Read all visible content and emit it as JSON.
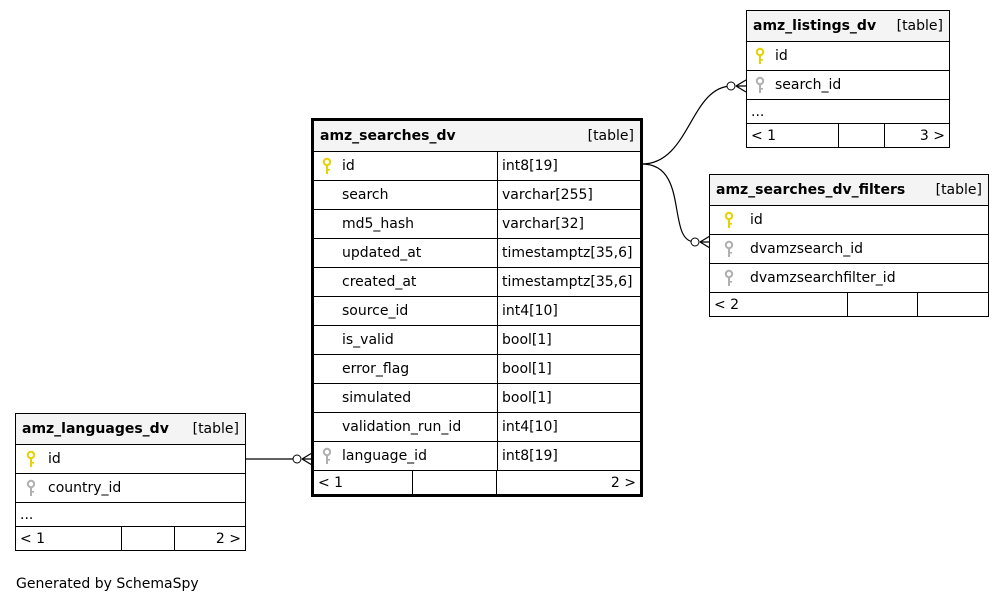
{
  "footer_text": "Generated by SchemaSpy",
  "colors": {
    "primary_key": "#e6d200",
    "foreign_key": "#b0b0b0",
    "header_bg": "#f4f4f4"
  },
  "tables": {
    "searches": {
      "name": "amz_searches_dv",
      "kind": "[table]",
      "columns": [
        {
          "name": "id",
          "type": "int8[19]",
          "key": "primary-key-icon"
        },
        {
          "name": "search",
          "type": "varchar[255]",
          "key": ""
        },
        {
          "name": "md5_hash",
          "type": "varchar[32]",
          "key": ""
        },
        {
          "name": "updated_at",
          "type": "timestamptz[35,6]",
          "key": ""
        },
        {
          "name": "created_at",
          "type": "timestamptz[35,6]",
          "key": ""
        },
        {
          "name": "source_id",
          "type": "int4[10]",
          "key": ""
        },
        {
          "name": "is_valid",
          "type": "bool[1]",
          "key": ""
        },
        {
          "name": "error_flag",
          "type": "bool[1]",
          "key": ""
        },
        {
          "name": "simulated",
          "type": "bool[1]",
          "key": ""
        },
        {
          "name": "validation_run_id",
          "type": "int4[10]",
          "key": ""
        },
        {
          "name": "language_id",
          "type": "int8[19]",
          "key": "foreign-key-icon"
        }
      ],
      "footer": {
        "left": "< 1",
        "right": "2 >"
      }
    },
    "listings": {
      "name": "amz_listings_dv",
      "kind": "[table]",
      "columns": [
        {
          "name": "id",
          "key": "primary-key-icon"
        },
        {
          "name": "search_id",
          "key": "foreign-key-icon"
        }
      ],
      "ellipsis": "...",
      "footer": {
        "left": "< 1",
        "right": "3 >"
      }
    },
    "filters": {
      "name": "amz_searches_dv_filters",
      "kind": "[table]",
      "columns": [
        {
          "name": "id",
          "key": "primary-key-icon"
        },
        {
          "name": "dvamzsearch_id",
          "key": "foreign-key-icon"
        },
        {
          "name": "dvamzsearchfilter_id",
          "key": "foreign-key-icon"
        }
      ],
      "footer": {
        "left": "< 2",
        "right": ""
      }
    },
    "languages": {
      "name": "amz_languages_dv",
      "kind": "[table]",
      "columns": [
        {
          "name": "id",
          "key": "primary-key-icon"
        },
        {
          "name": "country_id",
          "key": "foreign-key-icon"
        }
      ],
      "ellipsis": "...",
      "footer": {
        "left": "< 1",
        "right": "2 >"
      }
    }
  }
}
